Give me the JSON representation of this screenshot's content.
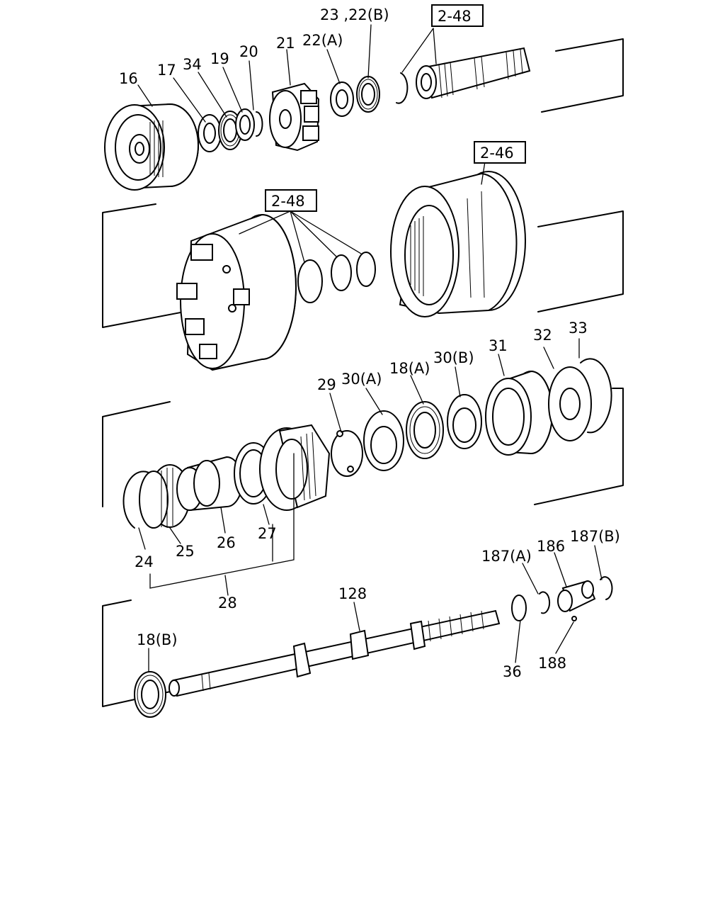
{
  "labels": {
    "p16": "16",
    "p17": "17",
    "p34": "34",
    "p19": "19",
    "p20": "20",
    "p21": "21",
    "p22a": "22(A)",
    "p23_22b": "23 ,22(B)",
    "p24": "24",
    "p25": "25",
    "p26": "26",
    "p27": "27",
    "p28": "28",
    "p29": "29",
    "p30a": "30(A)",
    "p18a": "18(A)",
    "p30b": "30(B)",
    "p31": "31",
    "p32": "32",
    "p33": "33",
    "p187a": "187(A)",
    "p186": "186",
    "p187b": "187(B)",
    "p128": "128",
    "p18b": "18(B)",
    "p36": "36",
    "p188": "188"
  },
  "refs": {
    "ref_2_48_top": "2-48",
    "ref_2_46": "2-46",
    "ref_2_48_mid": "2-48"
  }
}
